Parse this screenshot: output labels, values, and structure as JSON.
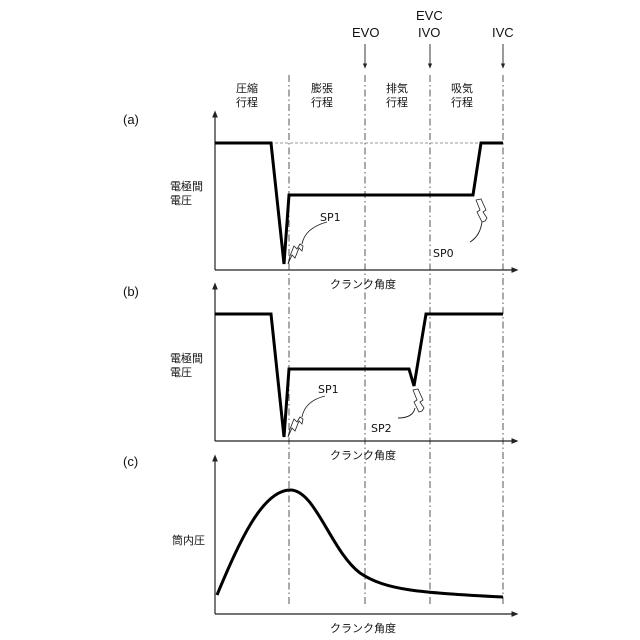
{
  "top_labels": {
    "evo": "EVO",
    "evc": "EVC",
    "ivo": "IVO",
    "ivc": "IVC"
  },
  "strokes": {
    "compression": [
      "圧縮",
      "行程"
    ],
    "expansion": [
      "膨張",
      "行程"
    ],
    "exhaust": [
      "排気",
      "行程"
    ],
    "intake": [
      "吸気",
      "行程"
    ]
  },
  "panel_a": {
    "tag": "(a)",
    "ylabel": [
      "電極間",
      "電圧"
    ],
    "xlabel": "クランク角度",
    "spark1": "SP1",
    "spark0": "SP0"
  },
  "panel_b": {
    "tag": "(b)",
    "ylabel": [
      "電極間",
      "電圧"
    ],
    "xlabel": "クランク角度",
    "spark1": "SP1",
    "spark2": "SP2"
  },
  "panel_c": {
    "tag": "(c)",
    "ylabel": "筒内圧",
    "xlabel": "クランク角度"
  }
}
